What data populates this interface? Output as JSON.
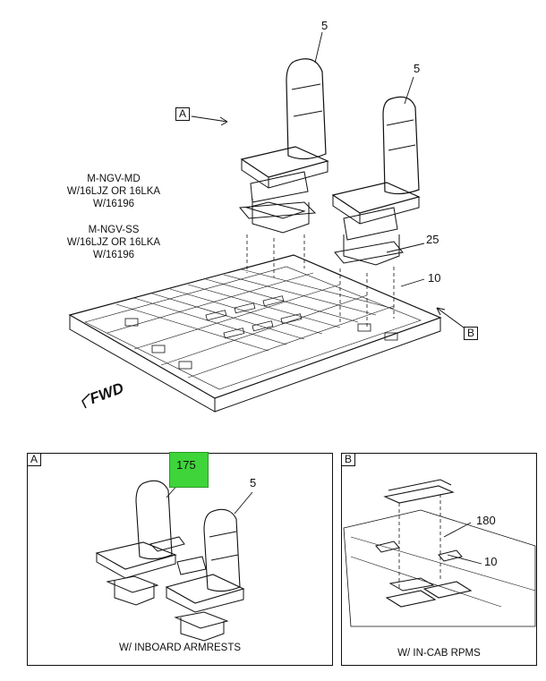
{
  "main_view": {
    "callouts": {
      "seat_left": "5",
      "seat_right": "5",
      "base_plate": "25",
      "floor": "10"
    },
    "view_refs": {
      "a": "A",
      "b": "B"
    },
    "notes": [
      {
        "line1": "M-NGV-MD",
        "line2": "W/16LJZ OR 16LKA",
        "line3": "W/16196"
      },
      {
        "line1": "M-NGV-SS",
        "line2": "W/16LJZ OR 16LKA",
        "line3": "W/16196"
      }
    ],
    "fwd_label": "FWD"
  },
  "detail_a": {
    "tag": "A",
    "callout_highlighted": "175",
    "callout_seat": "5",
    "caption": "W/ INBOARD ARMRESTS",
    "highlight_color": "#3fd43a"
  },
  "detail_b": {
    "tag": "B",
    "callout_top": "180",
    "callout_floor": "10",
    "caption": "W/ IN-CAB RPMS"
  }
}
